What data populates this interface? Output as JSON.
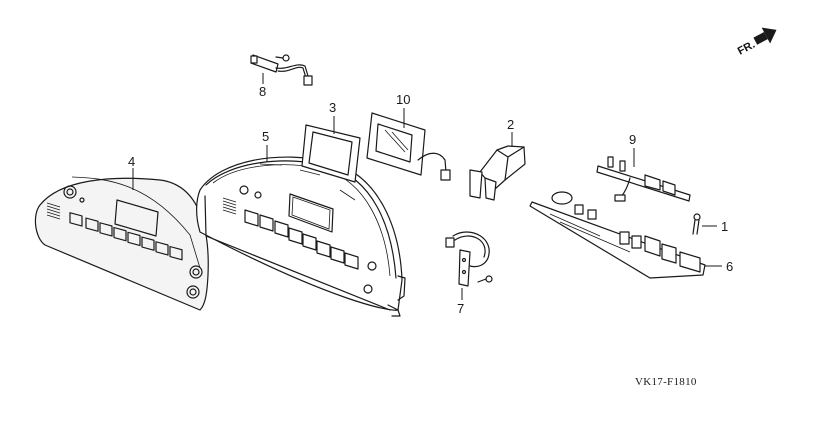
{
  "diagram": {
    "type": "exploded-parts-diagram",
    "drawing_code": "VK17-F1810",
    "direction_indicator": {
      "text": "FR.",
      "icon": "arrow-right-icon"
    },
    "callouts": [
      {
        "number": "1",
        "part": "screw"
      },
      {
        "number": "2",
        "part": "bracket-cover"
      },
      {
        "number": "3",
        "part": "display-window-gasket"
      },
      {
        "number": "4",
        "part": "control-panel-face-overlay"
      },
      {
        "number": "5",
        "part": "control-panel-housing"
      },
      {
        "number": "6",
        "part": "main-circuit-board"
      },
      {
        "number": "7",
        "part": "sensor-harness-assembly"
      },
      {
        "number": "8",
        "part": "harness-connector-assembly"
      },
      {
        "number": "9",
        "part": "sub-circuit-board"
      },
      {
        "number": "10",
        "part": "lcd-display-module"
      }
    ]
  }
}
